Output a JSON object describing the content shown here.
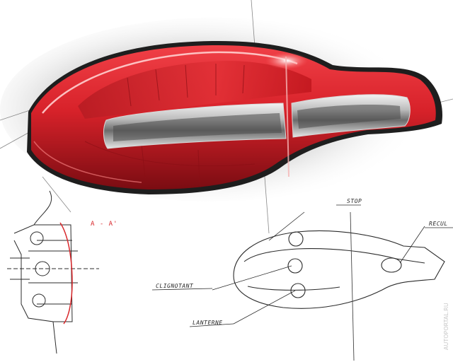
{
  "labels": {
    "section": "A - A'",
    "stop": "STOP",
    "recul": "RECUL",
    "clignotant": "CLIGNOTANT",
    "lanterne": "LANTERNE"
  },
  "watermark": "AUTOPORTAL.RU",
  "colors": {
    "lamp_red": "#d8222a",
    "lamp_dark": "#7a0c12",
    "line": "#2b2b2b"
  }
}
